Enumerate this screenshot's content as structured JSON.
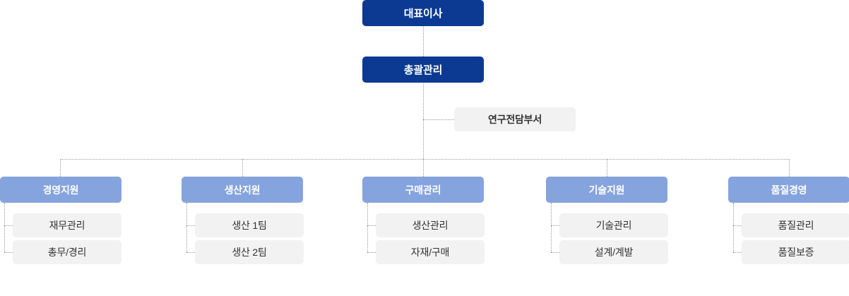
{
  "chart": {
    "title_nodes": [
      {
        "id": "ceo",
        "label": "대표이사",
        "level": "executive"
      },
      {
        "id": "gm",
        "label": "총괄관리",
        "level": "executive"
      }
    ],
    "staff_node": {
      "id": "research",
      "label": "연구전담부서"
    },
    "departments": [
      {
        "id": "mgmt-support",
        "label": "경영지원",
        "items": [
          "재무관리",
          "총무/경리"
        ]
      },
      {
        "id": "production-support",
        "label": "생산지원",
        "items": [
          "생산 1팀",
          "생산 2팀"
        ]
      },
      {
        "id": "purchase-mgmt",
        "label": "구매관리",
        "items": [
          "생산관리",
          "자재/구매"
        ]
      },
      {
        "id": "tech-support",
        "label": "기술지원",
        "items": [
          "기술관리",
          "설계/계발"
        ]
      },
      {
        "id": "quality-mgmt",
        "label": "품질경영",
        "items": [
          "품질관리",
          "품질보증"
        ]
      }
    ],
    "colors": {
      "executive_box": "#0c3a92",
      "department_header": "#85a4dd",
      "sub_item_box": "#f2f2f2",
      "connector_line": "#9a9a9a",
      "executive_text": "#ffffff",
      "department_text": "#ffffff",
      "sub_item_text": "#333333"
    }
  }
}
